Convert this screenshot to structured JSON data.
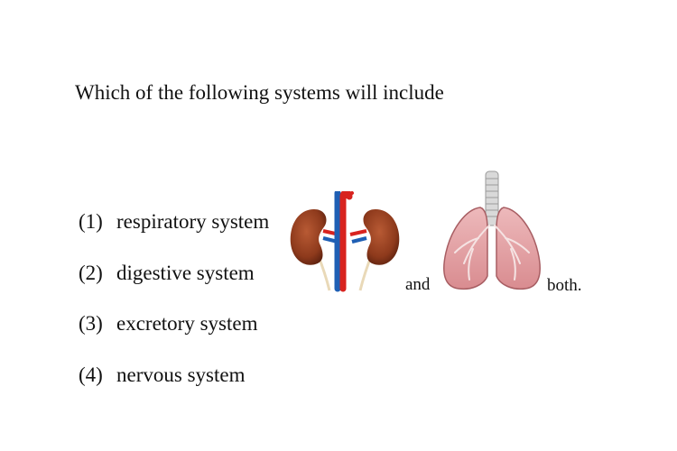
{
  "question": "Which of the following systems will include",
  "options": [
    {
      "number": "(1)",
      "label": "respiratory system"
    },
    {
      "number": "(2)",
      "label": "digestive system"
    },
    {
      "number": "(3)",
      "label": "excretory system"
    },
    {
      "number": "(4)",
      "label": "nervous system"
    }
  ],
  "images": {
    "first": "kidneys-icon",
    "second": "lungs-icon"
  },
  "connector": "and",
  "suffix": "both.",
  "colors": {
    "text": "#111111",
    "kidney": "#8e3a1c",
    "artery": "#d8231f",
    "vein": "#1f5fb4",
    "lung": "#e3a3a6"
  }
}
